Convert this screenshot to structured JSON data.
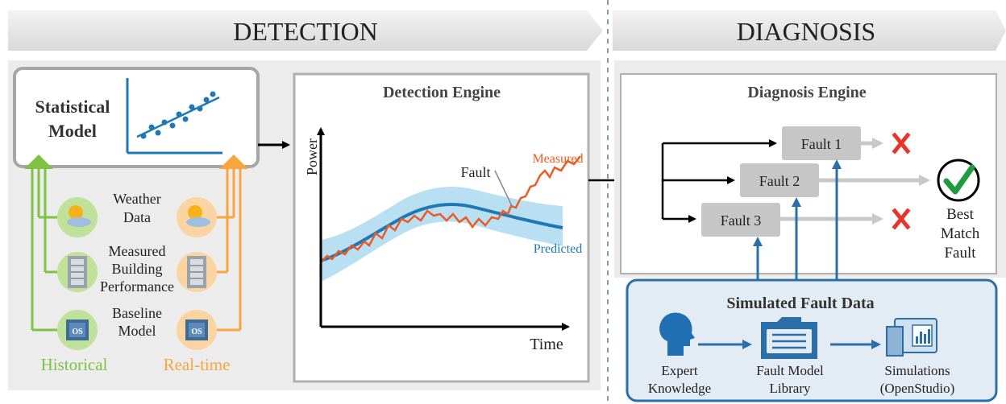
{
  "header": {
    "detection": "DETECTION",
    "diagnosis": "DIAGNOSIS"
  },
  "statistical_model": {
    "line1": "Statistical",
    "line2": "Model"
  },
  "inputs": {
    "weather": [
      "Weather",
      "Data"
    ],
    "measured": [
      "Measured",
      "Building",
      "Performance"
    ],
    "baseline": [
      "Baseline",
      "Model"
    ],
    "historical": "Historical",
    "realtime": "Real-time"
  },
  "detection_engine": {
    "title": "Detection Engine",
    "y_axis": "Power",
    "x_axis": "Time",
    "fault": "Fault",
    "measured": "Measured",
    "predicted": "Predicted"
  },
  "diagnosis_engine": {
    "title": "Diagnosis Engine",
    "faults": [
      "Fault 1",
      "Fault 2",
      "Fault 3"
    ],
    "best_match": [
      "Best",
      "Match",
      "Fault"
    ]
  },
  "simulated": {
    "title": "Simulated Fault Data",
    "expert": [
      "Expert",
      "Knowledge"
    ],
    "library": [
      "Fault Model",
      "Library"
    ],
    "simulations": [
      "Simulations",
      "(OpenStudio)"
    ]
  },
  "colors": {
    "historical": "#7dc242",
    "realtime": "#f7a540",
    "measured_line": "#ee5a24",
    "predicted_line": "#1f78b4",
    "predicted_band": "#b8e0f2",
    "blue_accent": "#2a6fa8",
    "reject": "#e8342a",
    "check": "#1e9b3c"
  },
  "icons": {
    "weather": "sun-cloud-icon",
    "building": "building-icon",
    "model": "openstudio-icon",
    "expert": "head-silhouette-icon",
    "library": "folder-icon",
    "simulation": "simulation-icon"
  }
}
